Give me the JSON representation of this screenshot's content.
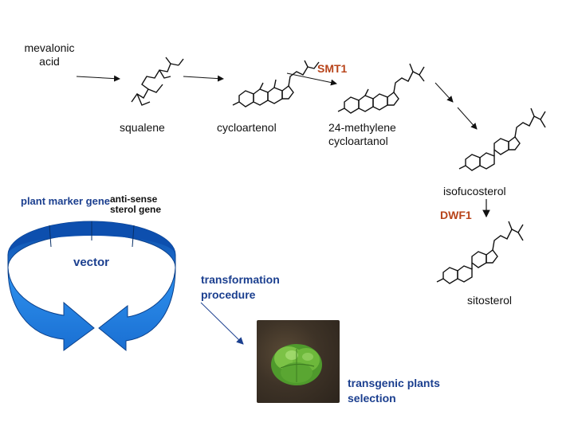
{
  "pathway": {
    "start": "mevalonic acid",
    "squalene": "squalene",
    "cycloartenol": "cycloartenol",
    "methylene": "24-methylene cycloartanol",
    "isofucosterol": "isofucosterol",
    "sitosterol": "sitosterol",
    "enzyme_smt1": "SMT1",
    "enzyme_dwf1": "DWF1"
  },
  "vector": {
    "label": "vector",
    "marker_gene": "plant marker gene",
    "antisense_gene": "anti-sense sterol gene"
  },
  "process": {
    "transformation": "transformation procedure",
    "selection": "transgenic plants selection"
  },
  "colors": {
    "enzyme": "#b8441a",
    "process_text": "#1b3f8f",
    "vector_fill": "#1e7fe0",
    "vector_dark": "#0c4fa8"
  }
}
